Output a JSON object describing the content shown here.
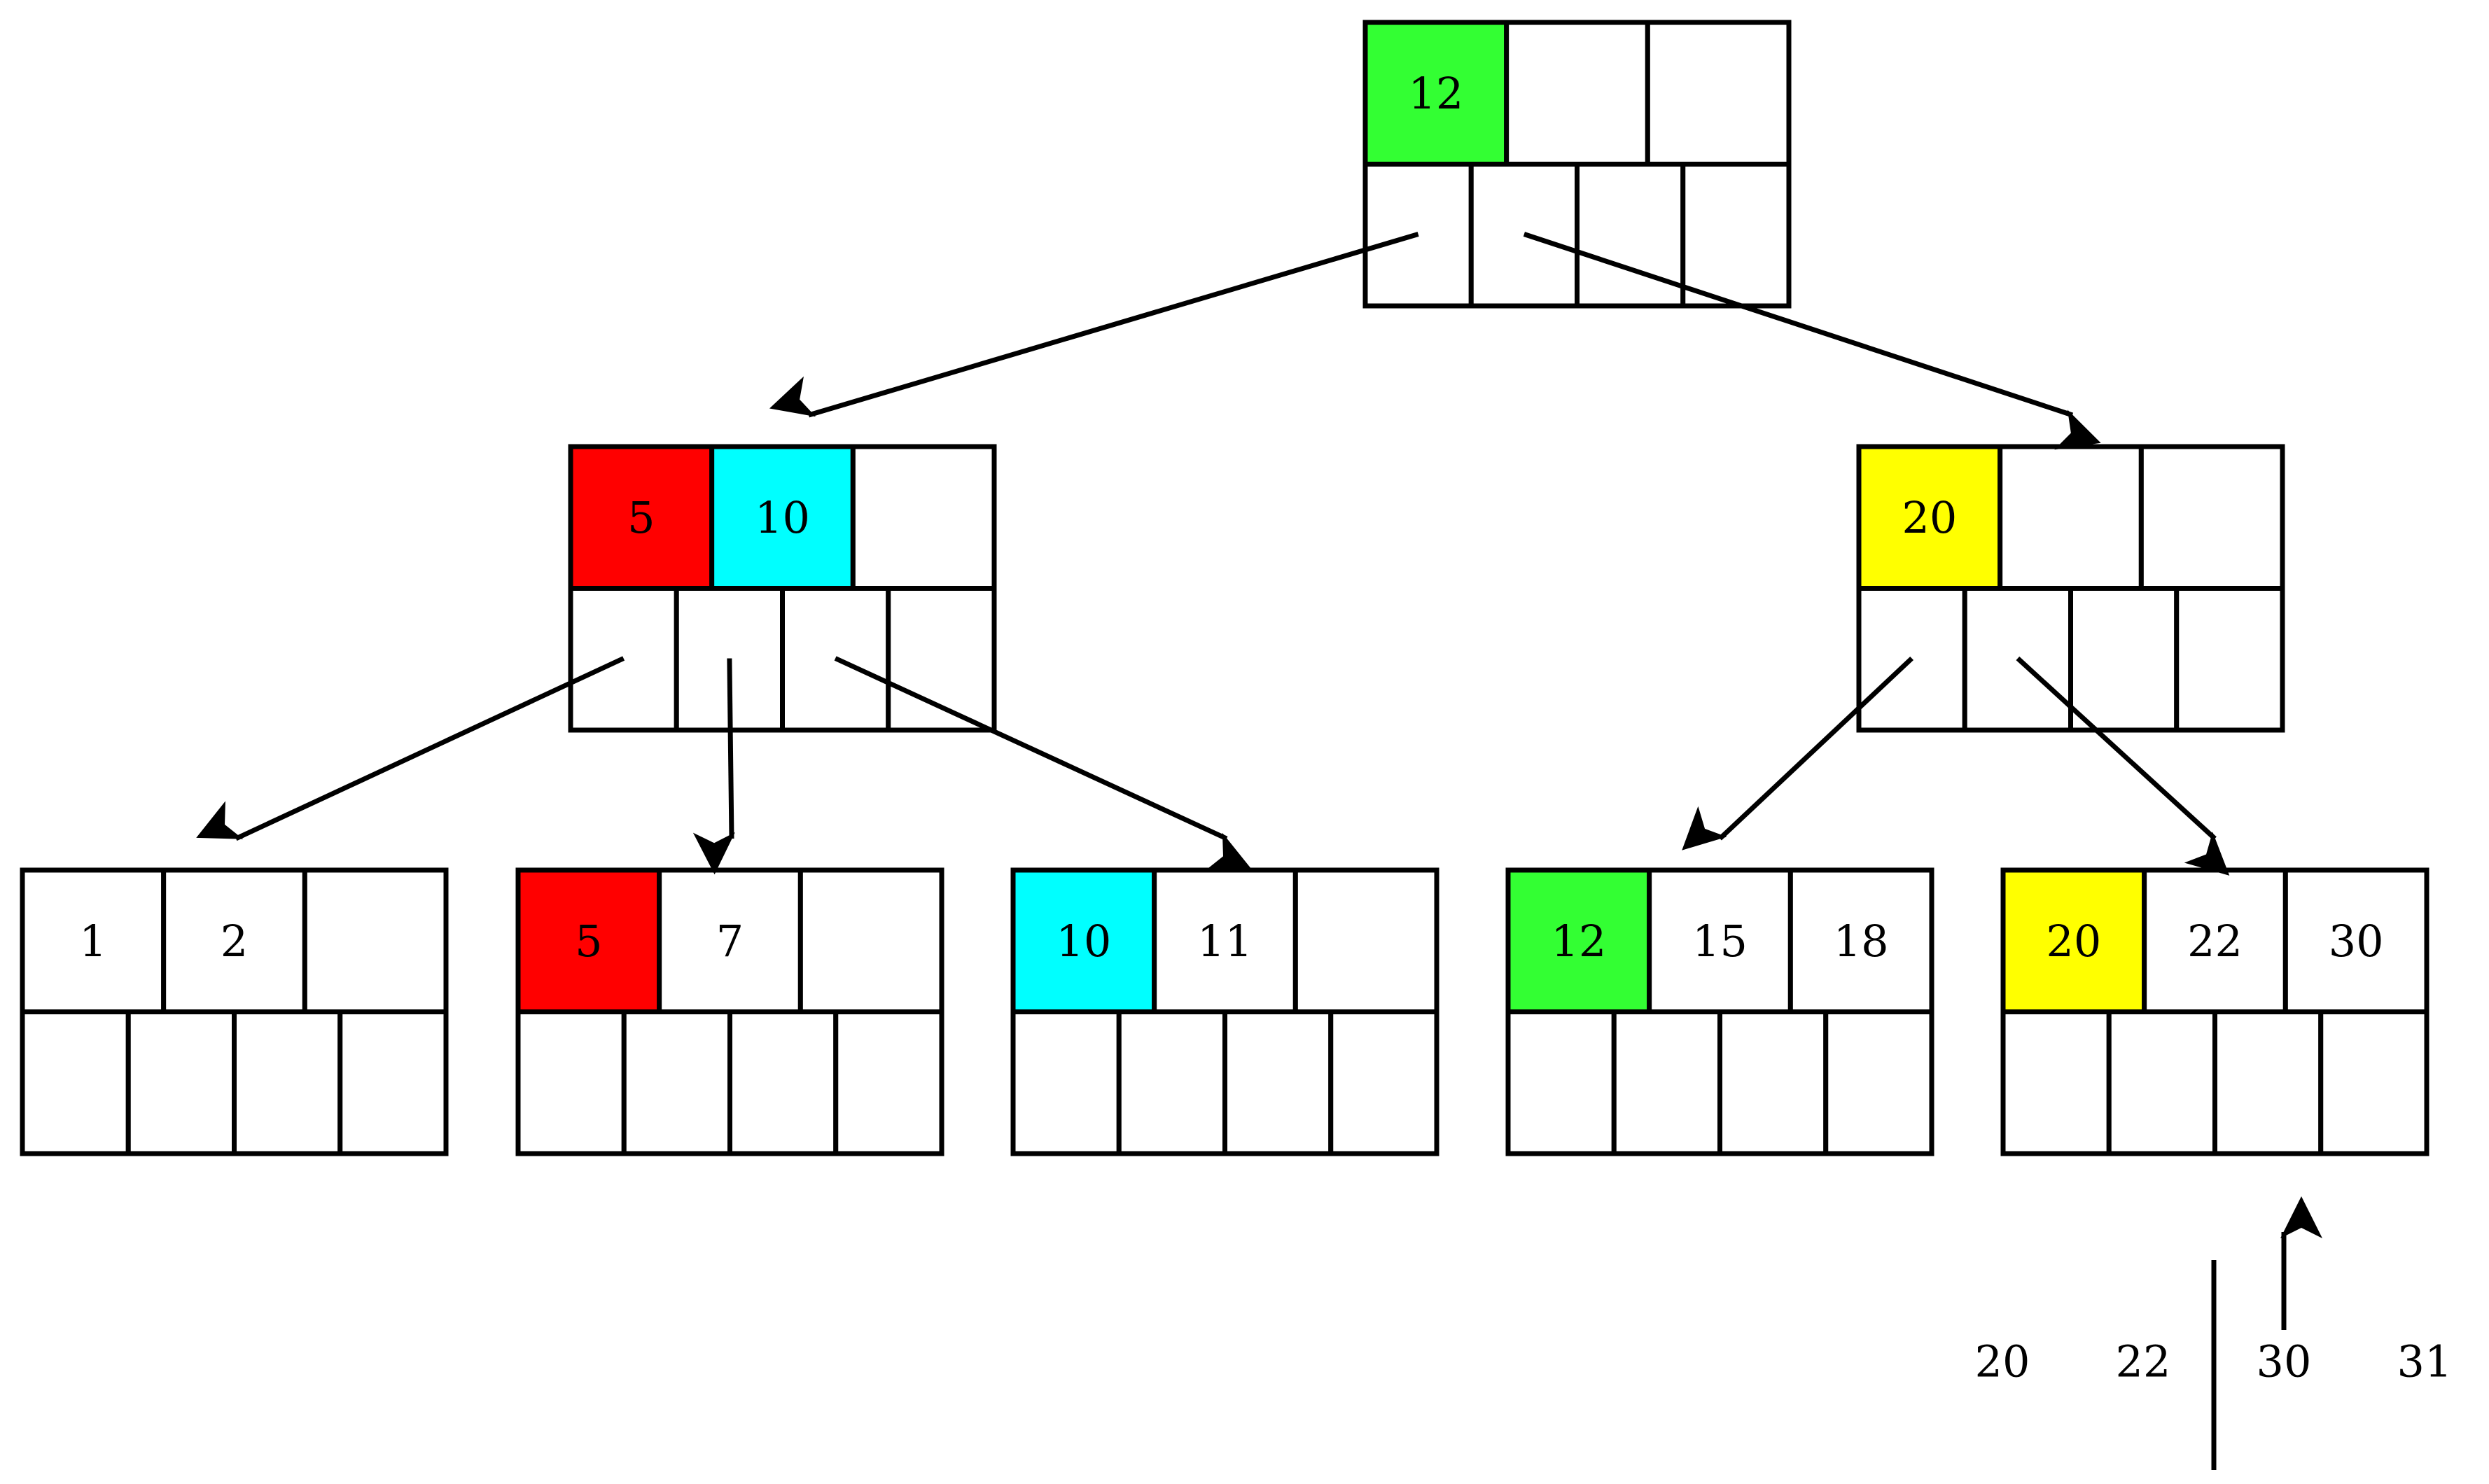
{
  "palette": {
    "green": "#33ff33",
    "red": "#ff0000",
    "cyan": "#00ffff",
    "yellow": "#ffff00",
    "white": "#ffffff",
    "stroke": "#000000"
  },
  "tree": {
    "root": {
      "keys": [
        "12",
        "",
        ""
      ],
      "key_colors": [
        "green",
        "white",
        "white"
      ]
    },
    "internal": [
      {
        "keys": [
          "5",
          "10",
          ""
        ],
        "key_colors": [
          "red",
          "cyan",
          "white"
        ]
      },
      {
        "keys": [
          "20",
          "",
          ""
        ],
        "key_colors": [
          "yellow",
          "white",
          "white"
        ]
      }
    ],
    "leaves": [
      {
        "keys": [
          "1",
          "2",
          ""
        ],
        "key_colors": [
          "white",
          "white",
          "white"
        ]
      },
      {
        "keys": [
          "5",
          "7",
          ""
        ],
        "key_colors": [
          "red",
          "white",
          "white"
        ]
      },
      {
        "keys": [
          "10",
          "11",
          ""
        ],
        "key_colors": [
          "cyan",
          "white",
          "white"
        ]
      },
      {
        "keys": [
          "12",
          "15",
          "18"
        ],
        "key_colors": [
          "green",
          "white",
          "white"
        ]
      },
      {
        "keys": [
          "20",
          "22",
          "30"
        ],
        "key_colors": [
          "yellow",
          "white",
          "white"
        ]
      }
    ],
    "edges": [
      {
        "from": "root",
        "pointer": 0,
        "to": "internal-0"
      },
      {
        "from": "root",
        "pointer": 1,
        "to": "internal-1"
      },
      {
        "from": "internal-0",
        "pointer": 0,
        "to": "leaf-0"
      },
      {
        "from": "internal-0",
        "pointer": 1,
        "to": "leaf-1"
      },
      {
        "from": "internal-0",
        "pointer": 2,
        "to": "leaf-2"
      },
      {
        "from": "internal-1",
        "pointer": 0,
        "to": "leaf-3"
      },
      {
        "from": "internal-1",
        "pointer": 1,
        "to": "leaf-4"
      }
    ]
  },
  "split_demo": {
    "keys": [
      "20",
      "22",
      "30",
      "31"
    ]
  }
}
